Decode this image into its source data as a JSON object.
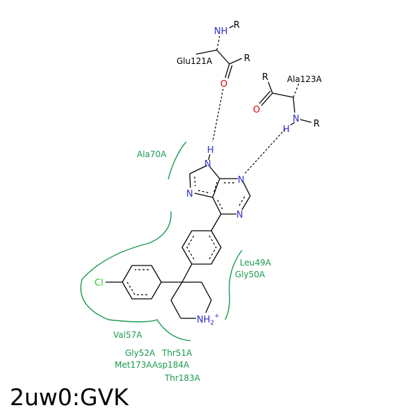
{
  "title": "2uw0:GVK",
  "colors": {
    "residue_text": "#1a9950",
    "arc": "#1a9950",
    "nitrogen": "#2c2cc8",
    "oxygen": "#e00000",
    "chlorine": "#22cc22",
    "bond": "#000000"
  },
  "residues": {
    "glu121": "Glu121A",
    "ala123": "Ala123A",
    "ala70": "Ala70A",
    "leu49": "Leu49A",
    "gly50": "Gly50A",
    "val57": "Val57A",
    "gly52": "Gly52A",
    "thr51": "Thr51A",
    "met173": "Met173A",
    "asp184": "Asp184A",
    "thr183": "Thr183A"
  },
  "atoms": {
    "nh_glu": "NH",
    "r1": "R",
    "r2": "R",
    "o_glu": "O",
    "r3": "R",
    "o_ala": "O",
    "n_ala": "N",
    "h_ala": "H",
    "r4": "R",
    "h_purine": "H",
    "n_purine_9": "N",
    "n_purine_3": "N",
    "n_purine_7": "N",
    "n_purine_1": "N",
    "cl": "Cl",
    "nh2": "NH",
    "nh2_sub": "2",
    "nh2_sup": "+"
  }
}
